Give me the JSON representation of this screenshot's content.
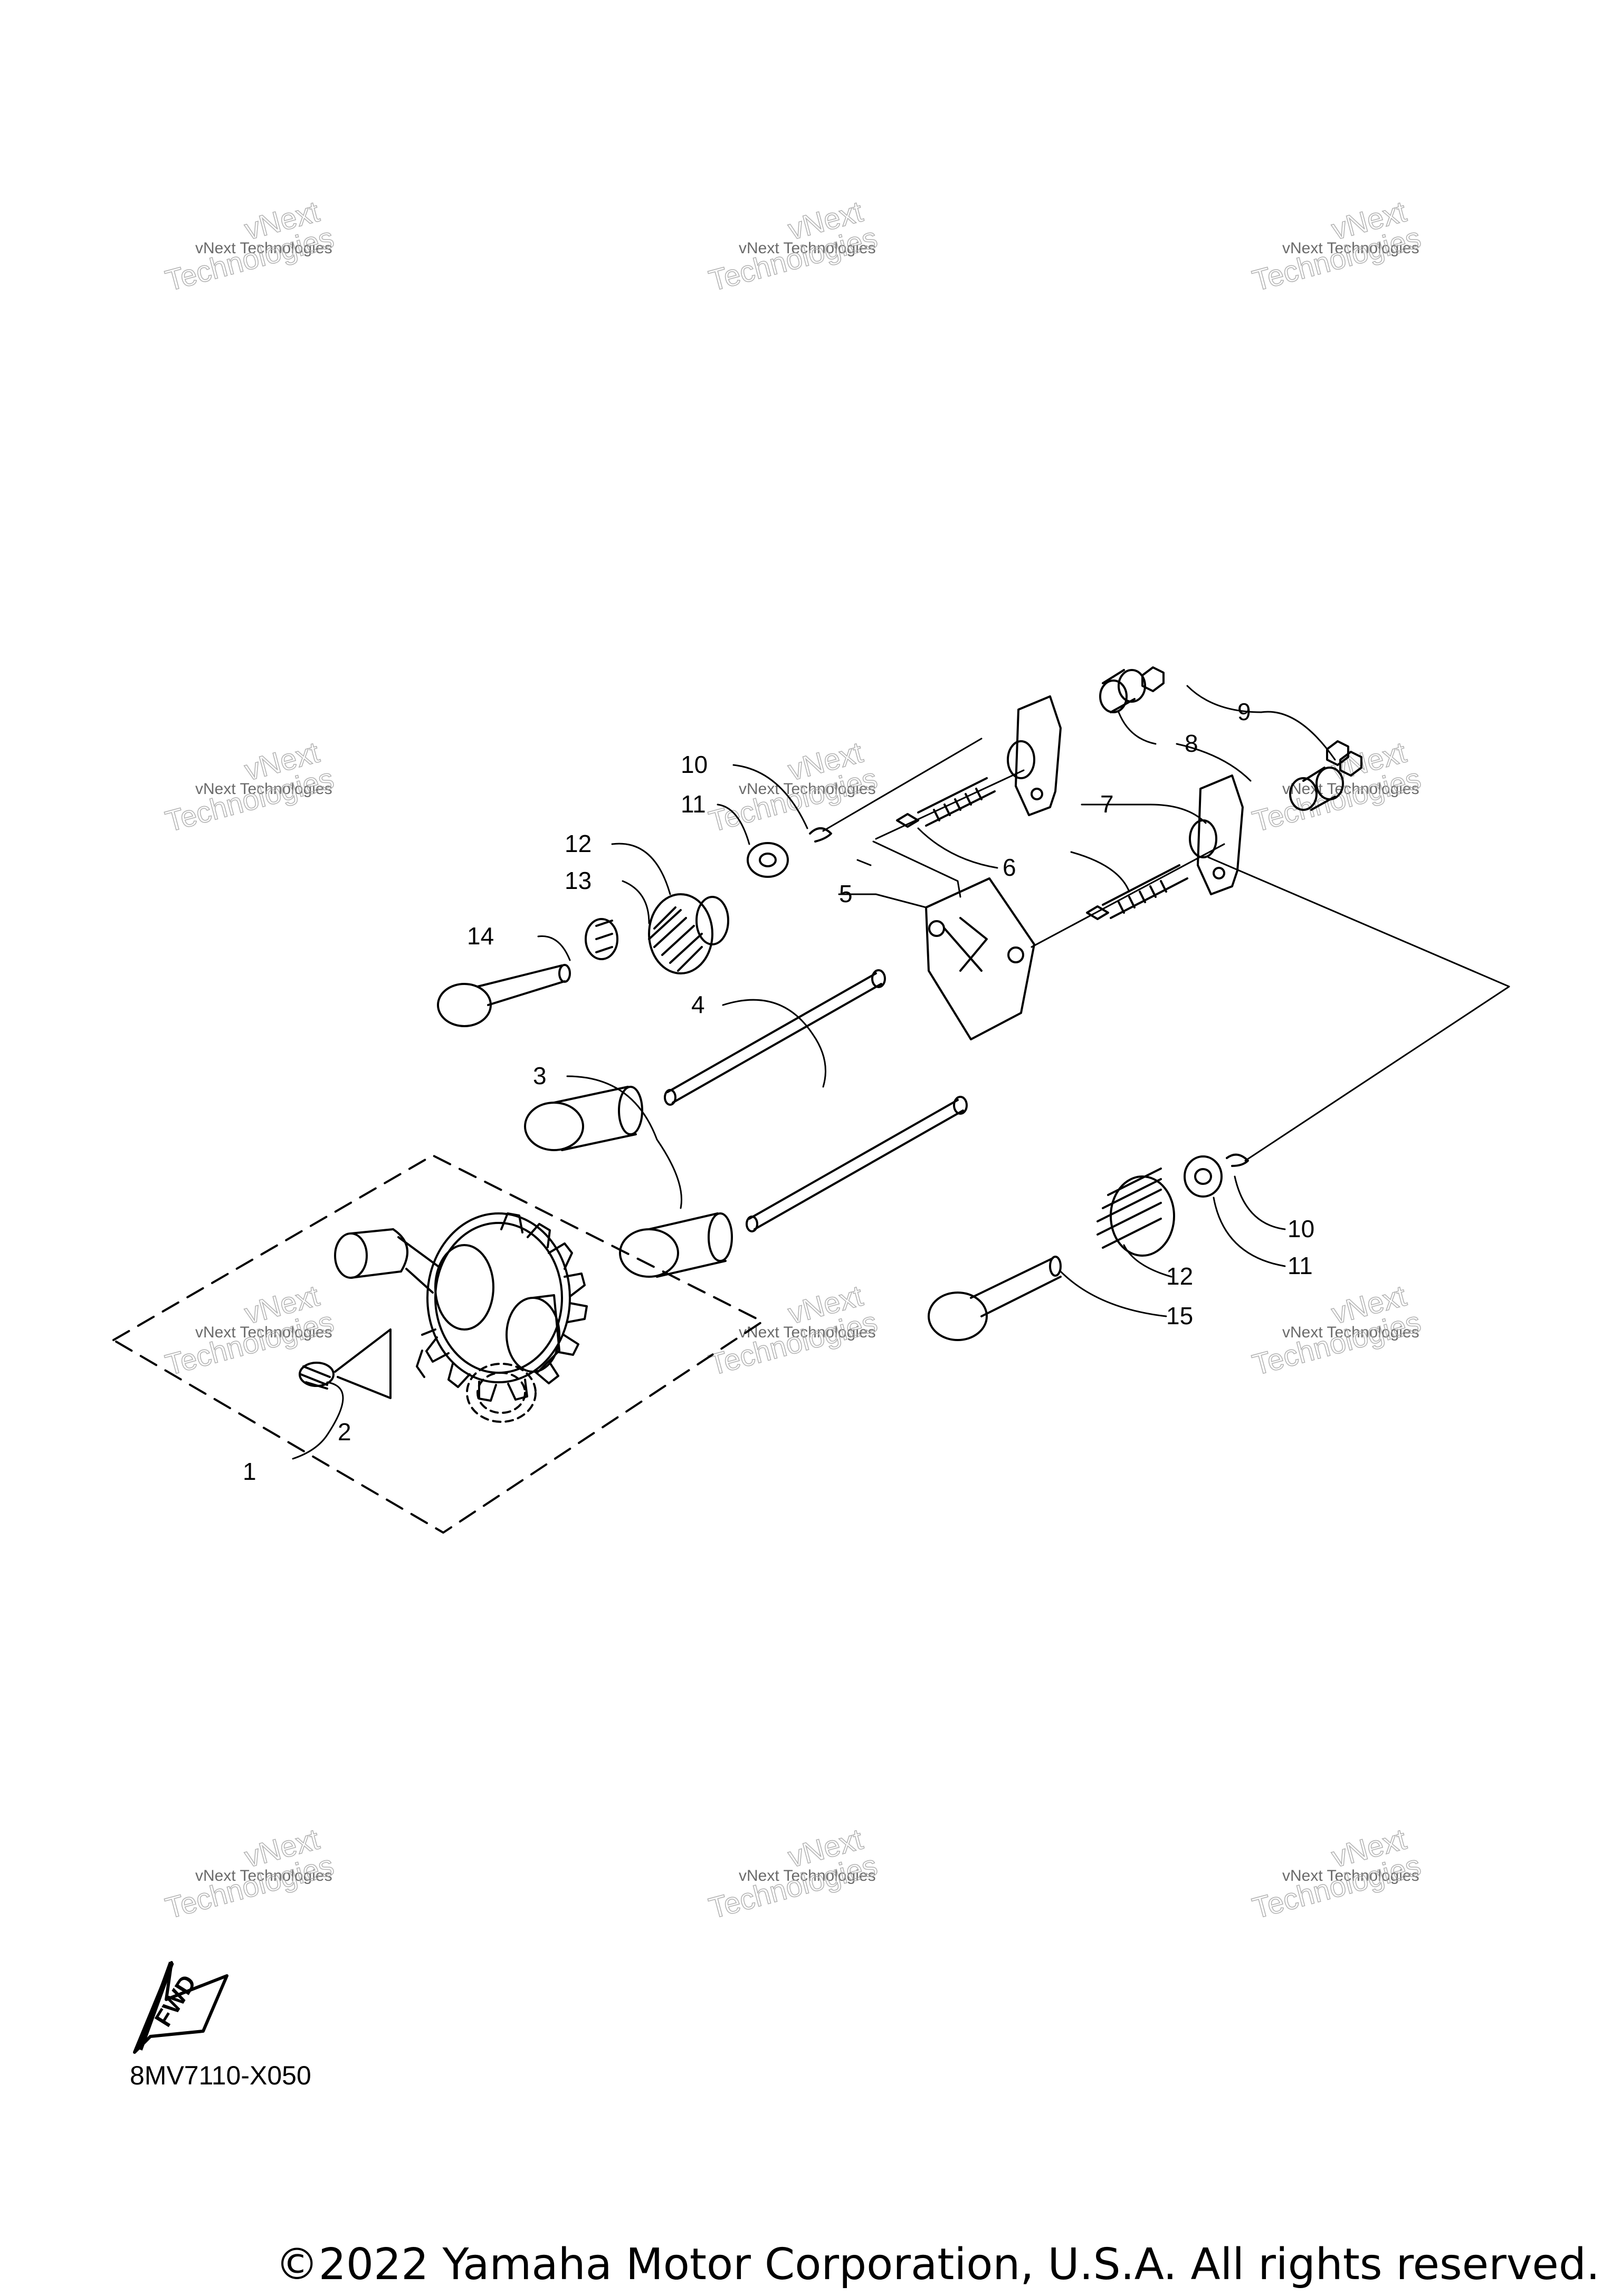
{
  "watermark": {
    "line1": "vNext Technologies",
    "line2": "vNext",
    "line3": "Technologies"
  },
  "callouts": [
    {
      "id": "c1",
      "text": "1"
    },
    {
      "id": "c2",
      "text": "2"
    },
    {
      "id": "c3",
      "text": "3"
    },
    {
      "id": "c4",
      "text": "4"
    },
    {
      "id": "c5",
      "text": "5"
    },
    {
      "id": "c6",
      "text": "6"
    },
    {
      "id": "c7",
      "text": "7"
    },
    {
      "id": "c8",
      "text": "8"
    },
    {
      "id": "c9",
      "text": "9"
    },
    {
      "id": "c10a",
      "text": "10"
    },
    {
      "id": "c10b",
      "text": "10"
    },
    {
      "id": "c11a",
      "text": "11"
    },
    {
      "id": "c11b",
      "text": "11"
    },
    {
      "id": "c12a",
      "text": "12"
    },
    {
      "id": "c12b",
      "text": "12"
    },
    {
      "id": "c13",
      "text": "13"
    },
    {
      "id": "c14",
      "text": "14"
    },
    {
      "id": "c15",
      "text": "15"
    }
  ],
  "fwd_label": "FWD",
  "drawing_code": "8MV7110-X050",
  "copyright": "©2022 Yamaha Motor Corporation, U.S.A. All rights reserved."
}
